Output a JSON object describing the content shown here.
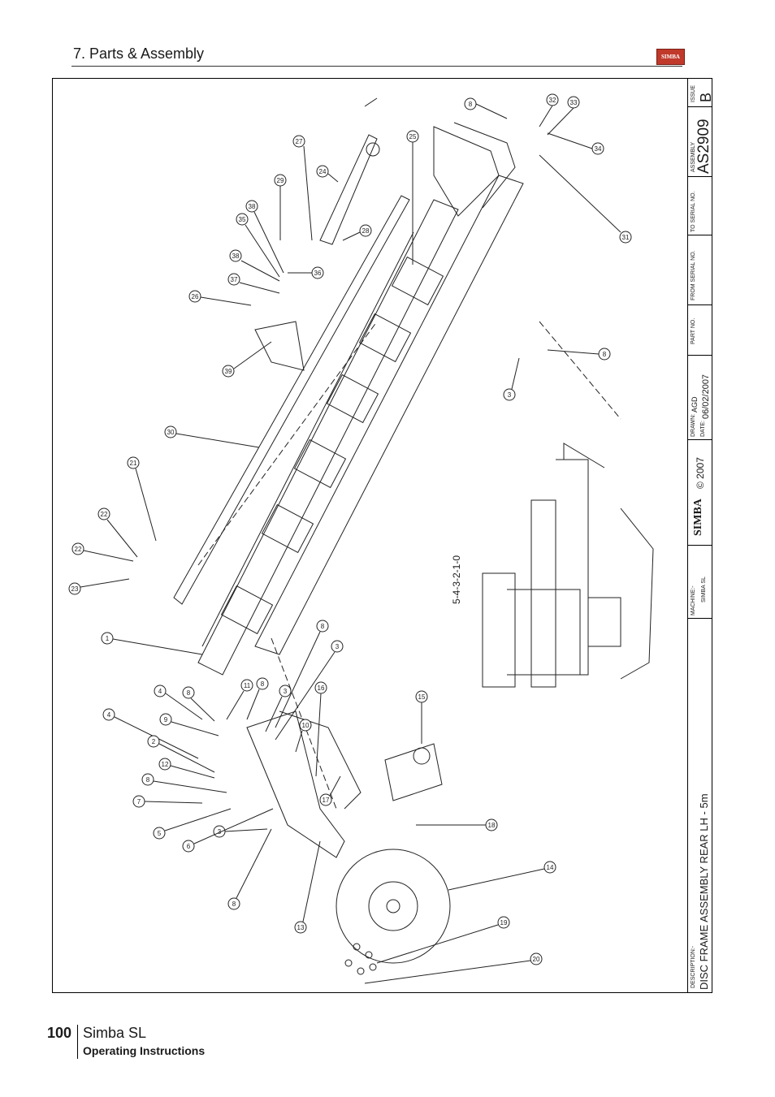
{
  "header": {
    "section_title": "7. Parts & Assembly",
    "logo_text": "SIMBA"
  },
  "title_block": {
    "issue_label": "ISSUE",
    "issue": "B",
    "assembly_label": "ASSEMBLY",
    "assembly_no": "AS2909",
    "to_serial_label": "TO SERIAL NO.",
    "from_serial_label": "FROM SERIAL NO.",
    "part_no_label": "PART NO.",
    "drawn_label": "DRAWN:",
    "drawn": "AGD",
    "date_label": "DATE:",
    "date": "06/02/2007",
    "logo_text": "SIMBA",
    "copyright": "© 2007",
    "machine_label": "MACHINE:-",
    "machine": "SIMBA SL",
    "description_label": "DESCRIPTION:-",
    "description": "DISC FRAME ASSEMBLY REAR LH - 5m"
  },
  "drawing": {
    "scale_label": "5-4-3-2-1-0",
    "callouts": [
      "1",
      "2",
      "3",
      "3",
      "3",
      "3",
      "4",
      "4",
      "5",
      "6",
      "7",
      "8",
      "8",
      "8",
      "8",
      "8",
      "8",
      "8",
      "9",
      "10",
      "11",
      "12",
      "13",
      "14",
      "15",
      "16",
      "17",
      "18",
      "19",
      "20",
      "21",
      "22",
      "22",
      "23",
      "24",
      "25",
      "26",
      "27",
      "28",
      "29",
      "30",
      "31",
      "32",
      "33",
      "34",
      "35",
      "36",
      "37",
      "38",
      "38",
      "39"
    ]
  },
  "footer": {
    "page_number": "100",
    "product": "Simba SL",
    "subtitle": "Operating Instructions"
  },
  "colors": {
    "line": "#222222",
    "logo_red": "#c0392b"
  }
}
